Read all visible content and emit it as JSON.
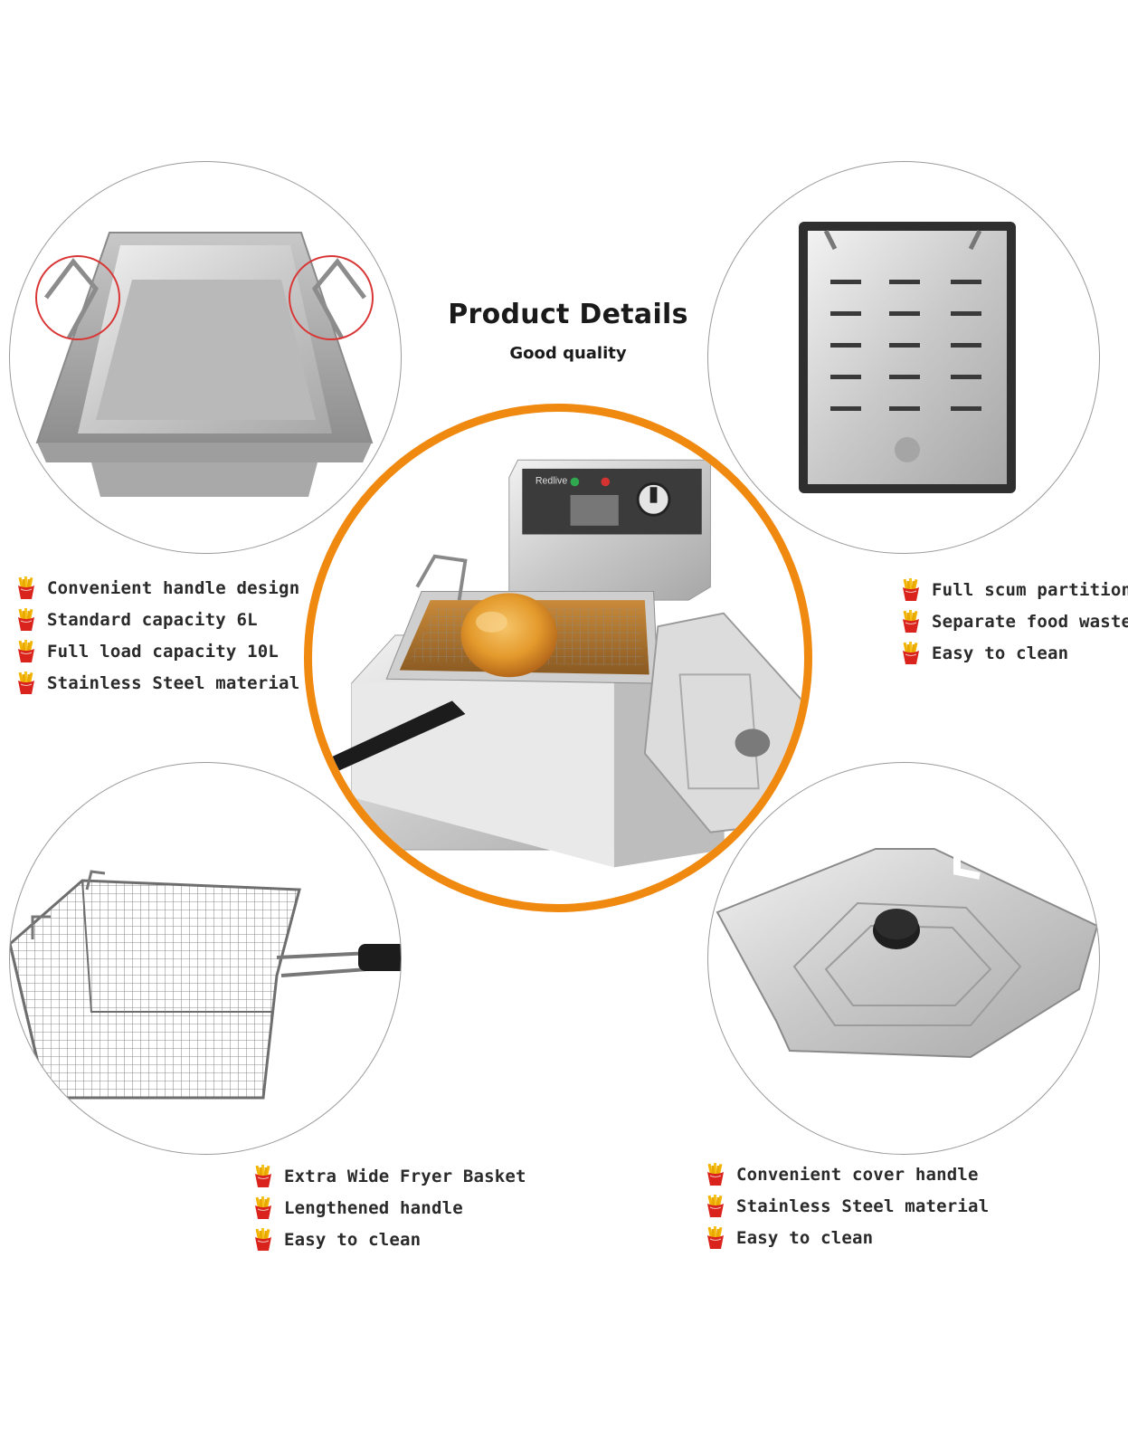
{
  "header": {
    "title": "Product Details",
    "subtitle": "Good quality"
  },
  "colors": {
    "accent": "#f0890f",
    "highlight_circle": "#d93636",
    "fries_red": "#d9231c",
    "fries_yellow": "#f2b400"
  },
  "icon": "french-fries-icon",
  "fryer_brand": "Redlive",
  "sections": {
    "top_left": {
      "image": "fryer-pot-with-handles",
      "features": [
        "Convenient handle design",
        "Standard capacity 6L",
        "Full load capacity 10L",
        "Stainless Steel material"
      ]
    },
    "top_right": {
      "image": "scum-partition-plate",
      "features": [
        "Full scum partition",
        "Separate food waste",
        "Easy to clean"
      ]
    },
    "bottom_left": {
      "image": "fryer-basket",
      "features": [
        "Extra Wide Fryer Basket",
        "Lengthened handle",
        "Easy to clean"
      ]
    },
    "bottom_right": {
      "image": "fryer-cover-lid",
      "features": [
        "Convenient cover handle",
        "Stainless Steel material",
        "Easy to clean"
      ]
    }
  }
}
